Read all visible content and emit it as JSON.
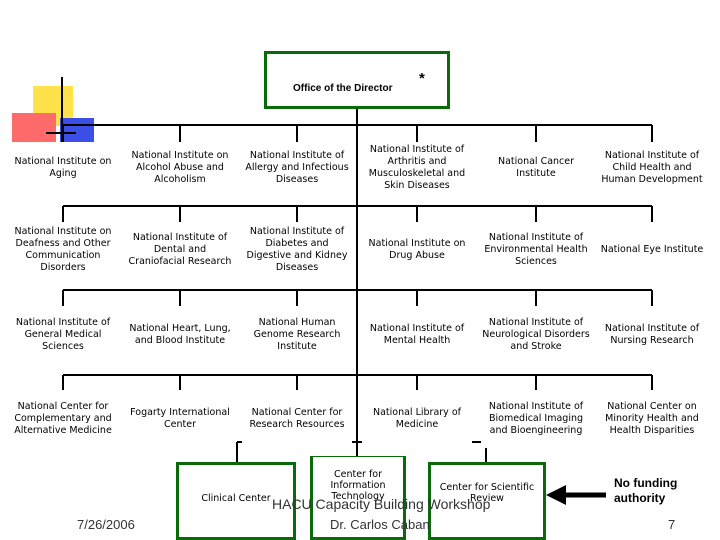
{
  "director": {
    "label": "Office of the Director",
    "asterisk": "*"
  },
  "rows": [
    [
      "National Institute on Aging",
      "National Institute on Alcohol Abuse and Alcoholism",
      "National Institute of Allergy and Infectious Diseases",
      "National Institute of Arthritis and Musculoskeletal and Skin Diseases",
      "National Cancer Institute",
      "National Institute of Child Health and Human Development"
    ],
    [
      "National Institute on Deafness and Other Communication Disorders",
      "National Institute of Dental and Craniofacial Research",
      "National Institute of Diabetes and Digestive and Kidney Diseases",
      "National Institute on Drug Abuse",
      "National Institute of Environmental Health Sciences",
      "National Eye Institute"
    ],
    [
      "National Institute of General Medical Sciences",
      "National Heart, Lung, and Blood Institute",
      "National Human Genome Research Institute",
      "National Institute of Mental Health",
      "National Institute of Neurological Disorders and Stroke",
      "National Institute of Nursing Research"
    ],
    [
      "National Center for Complementary and Alternative Medicine",
      "Fogarty International Center",
      "National Center for Research Resources",
      "National Library of Medicine",
      "National Institute of Biomedical Imaging and Bioengineering",
      "National Center on Minority Health and Health Disparities"
    ]
  ],
  "bottom": {
    "clinical_center": "Clinical Center",
    "cit": "Center for Information Technology",
    "csr": "Center for Scientific Review"
  },
  "note": "No funding authority",
  "footer": {
    "date": "7/26/2006",
    "title": "HACU Capacity Building Workshop",
    "presenter": "Dr. Carlos Caban",
    "page": "7"
  },
  "colors": {
    "frame": "#0a6a0a",
    "line": "#000000",
    "deco_yellow": "#ffe24a",
    "deco_red": "#ff6a6a",
    "deco_blue": "#3b4ee8"
  }
}
